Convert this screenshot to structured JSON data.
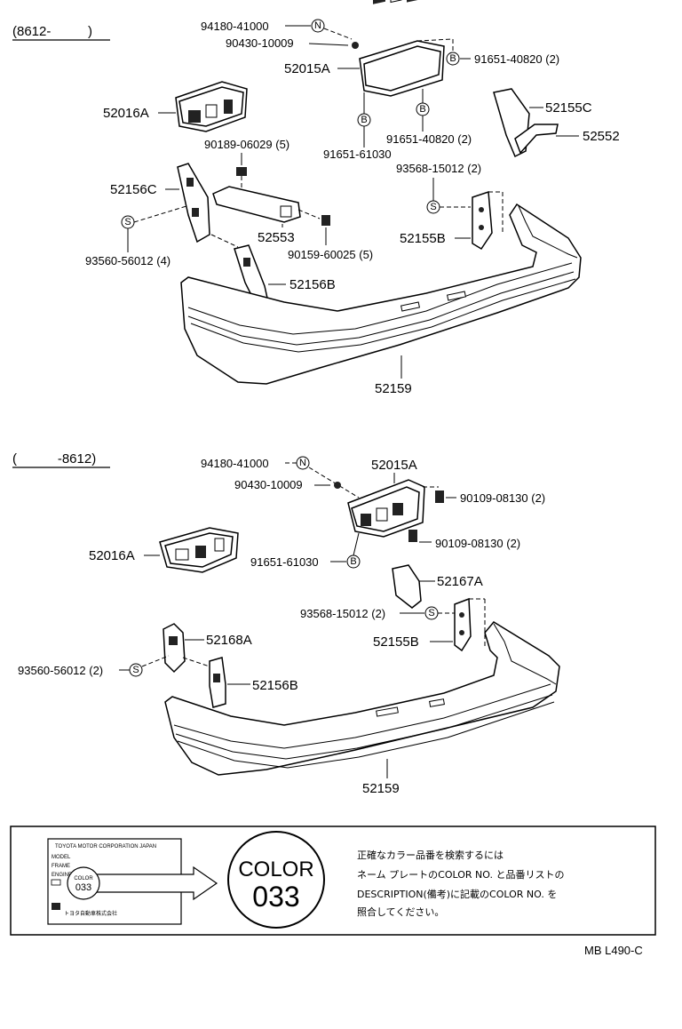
{
  "top": {
    "header": "(8612-          )",
    "labels": {
      "p1": "94180-41000",
      "p2": "90430-10009",
      "p3": "52015A",
      "p4": "91651-40820 (2)",
      "p5": "52016A",
      "p6": "91651-40820 (2)",
      "p7": "91651-61030",
      "p8": "52155C",
      "p9": "52552",
      "p10": "90189-06029 (5)",
      "p11": "93568-15012 (2)",
      "p12": "52156C",
      "p13": "52553",
      "p14": "90159-60025 (5)",
      "p15": "52155B",
      "p16": "93560-56012 (4)",
      "p17": "52156B",
      "p18": "52159"
    }
  },
  "bottom": {
    "header": "(           -8612)",
    "labels": {
      "p1": "94180-41000",
      "p2": "52015A",
      "p3": "90430-10009",
      "p4": "90109-08130 (2)",
      "p5": "52016A",
      "p6": "90109-08130 (2)",
      "p7": "91651-61030",
      "p8": "52167A",
      "p9": "93568-15012 (2)",
      "p10": "52155B",
      "p11": "52168A",
      "p12": "93560-56012 (2)",
      "p13": "52156B",
      "p14": "52159"
    }
  },
  "symbols": {
    "n": "N",
    "b": "B",
    "s": "S"
  },
  "color_box": {
    "plate_title": "TOYOTA MOTOR CORPORATION JAPAN",
    "plate_line1": "MODEL",
    "plate_line2": "FRAME",
    "plate_line3": "ENGINE",
    "plate_color": "COLOR",
    "plate_code": "033",
    "plate_footer": "トヨタ自動車株式会社",
    "circle_color": "COLOR",
    "circle_code": "033",
    "note_line1": "正確なカラー品番を検索するには",
    "note_line2": "ネーム プレートのCOLOR NO. と品番リストの",
    "note_line3": "DESCRIPTION(備考)に記載のCOLOR NO. を",
    "note_line4": "照合してください。"
  },
  "footer_code": "MB L490-C"
}
